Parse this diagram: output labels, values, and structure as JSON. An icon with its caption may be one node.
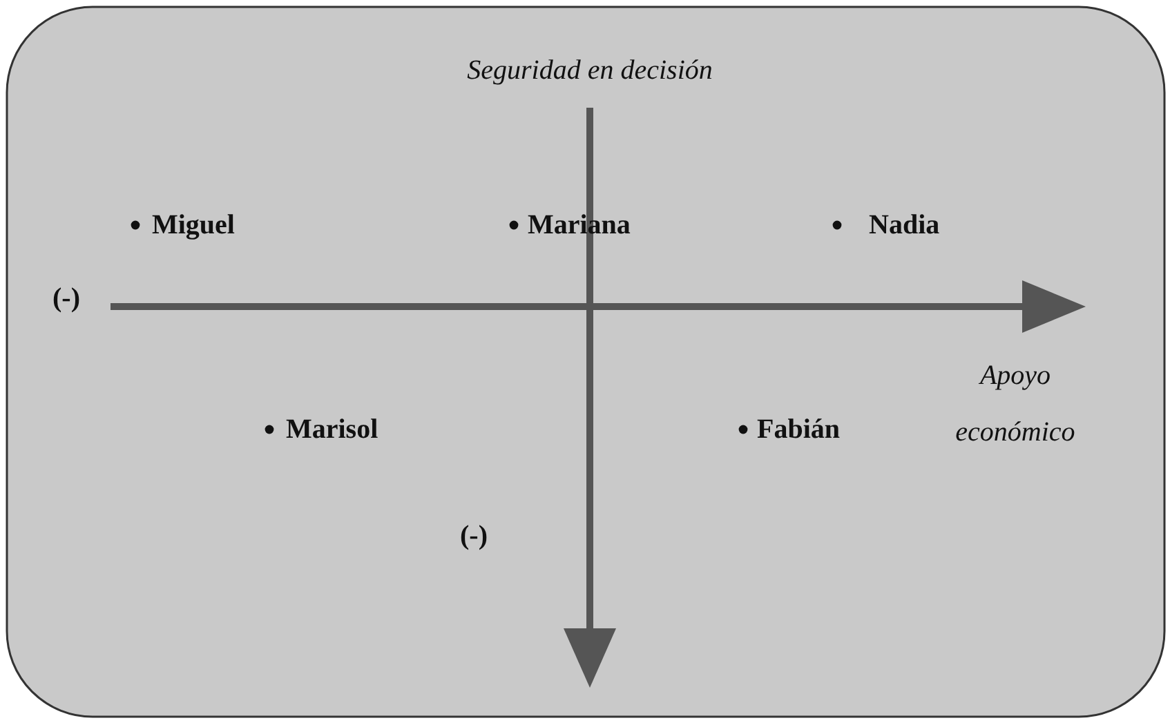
{
  "diagram": {
    "labels": [
      "Seguridad en decisión",
      "Miguel",
      "Mariana",
      "Nadia",
      "(-)",
      "Apoyo económico",
      "Marisol",
      "Fabián",
      "(-)"
    ]
  }
}
